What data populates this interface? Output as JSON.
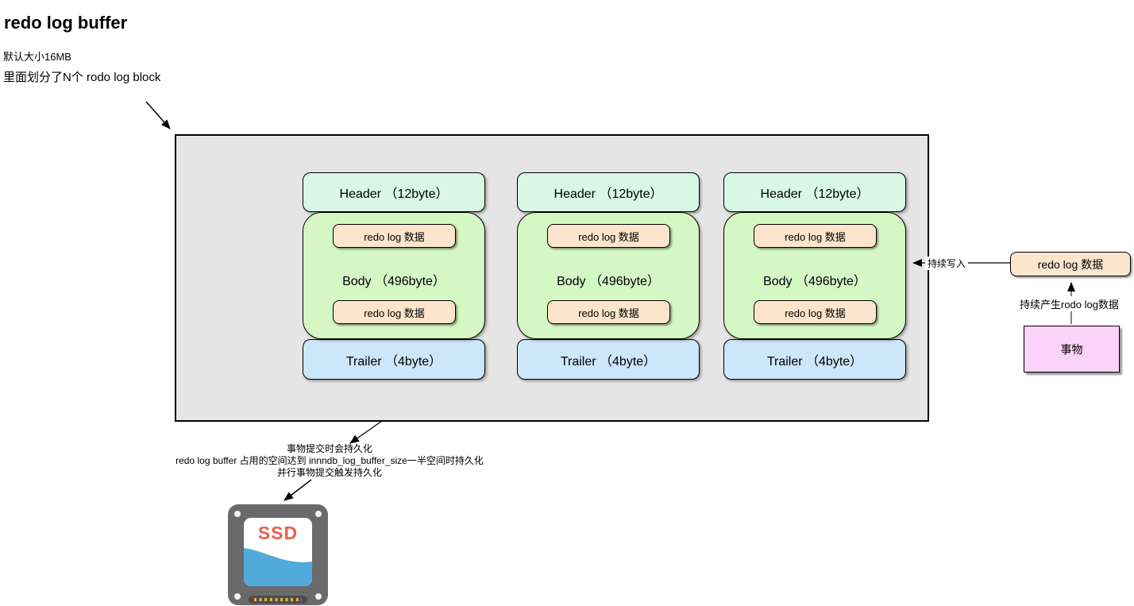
{
  "title": "redo log buffer",
  "notes": {
    "default_size": "默认大小16MB",
    "block_split": "里面划分了N个 rodo log block"
  },
  "blocks": [
    {
      "header": "Header （12byte）",
      "body": "Body （496byte）",
      "trailer": "Trailer （4byte）",
      "redo1": "redo log 数据",
      "redo2": "redo log 数据"
    },
    {
      "header": "Header （12byte）",
      "body": "Body （496byte）",
      "trailer": "Trailer （4byte）",
      "redo1": "redo log 数据",
      "redo2": "redo log 数据"
    },
    {
      "header": "Header （12byte）",
      "body": "Body （496byte）",
      "trailer": "Trailer （4byte）",
      "redo1": "redo log 数据",
      "redo2": "redo log 数据"
    }
  ],
  "right": {
    "write_label": "持续写入",
    "redo_source": "redo log 数据",
    "produce_label": "持续产生rodo log数据",
    "transaction": "事物"
  },
  "persistence_note": {
    "line1": "事物提交时会持久化",
    "line2": "redo log buffer 占用的空间达到  innndb_log_buffer_size一半空间时持久化",
    "line3": "并行事物提交触发持久化"
  },
  "ssd": {
    "label": "SSD"
  },
  "colors": {
    "buffer_bg": "#e5e5e5",
    "header_fill": "#d8f7e6",
    "body_fill": "#d4f7c4",
    "redo_fill": "#fce5cc",
    "trailer_fill": "#cce6fa",
    "transaction_fill": "#fbd3fb",
    "ssd_case": "#6a6a6a",
    "ssd_text": "#e8604c",
    "ssd_wave": "#51aadc",
    "arrow": "#000000"
  }
}
